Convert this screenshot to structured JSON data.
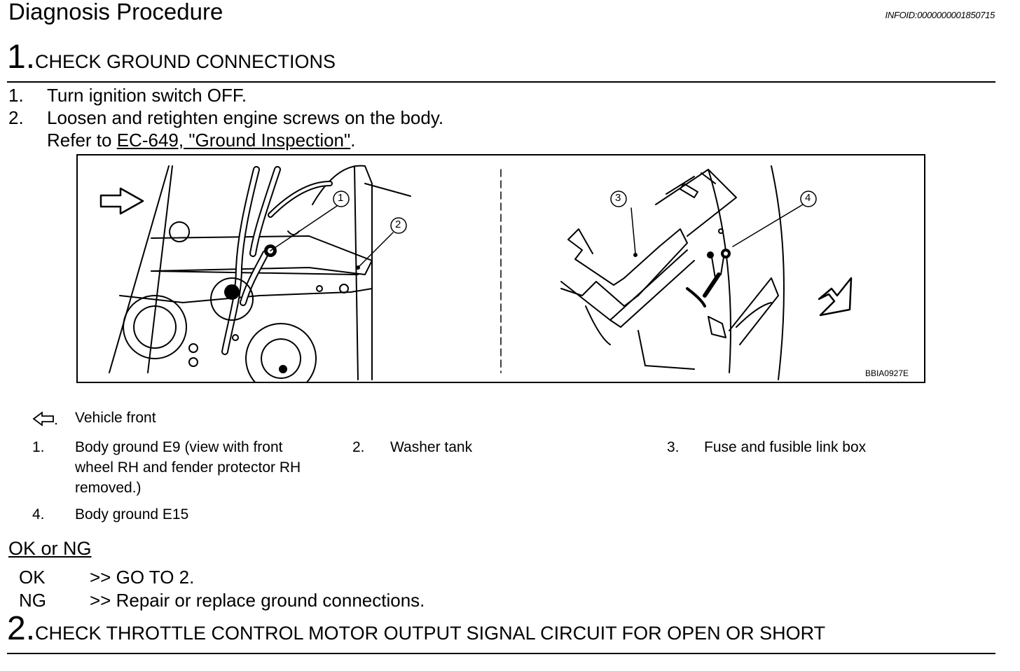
{
  "doc": {
    "title": "Diagnosis Procedure",
    "infoid": "INFOID:0000000001850715"
  },
  "step1": {
    "number": "1.",
    "heading": "CHECK GROUND CONNECTIONS",
    "items": [
      {
        "num": "1.",
        "text": "Turn ignition switch OFF."
      },
      {
        "num": "2.",
        "text": "Loosen and retighten engine screws on the body."
      }
    ],
    "refer_prefix": "Refer to ",
    "refer_link": "EC-649, \"Ground Inspection\"",
    "refer_suffix": "."
  },
  "figure": {
    "code": "BBIA0927E",
    "callouts": [
      "1",
      "2",
      "3",
      "4"
    ]
  },
  "legend": {
    "vehicle_front_icon": "arrow-left-outline-icon",
    "vehicle_front_label": "Vehicle front",
    "items": [
      {
        "num": "1.",
        "line1": "Body ground E9 (view with front",
        "line2": "wheel RH and fender protector RH",
        "line3": "removed.)"
      },
      {
        "num": "2.",
        "line1": "Washer tank"
      },
      {
        "num": "3.",
        "line1": "Fuse and fusible link box"
      },
      {
        "num": "4.",
        "line1": "Body ground E15"
      }
    ]
  },
  "okng": {
    "heading": "OK or NG",
    "ok_label": "OK",
    "ok_text": ">> GO TO 2.",
    "ng_label": "NG",
    "ng_text": ">> Repair or replace ground connections."
  },
  "step2": {
    "number": "2.",
    "heading": "CHECK THROTTLE CONTROL MOTOR OUTPUT SIGNAL CIRCUIT FOR OPEN OR SHORT"
  }
}
